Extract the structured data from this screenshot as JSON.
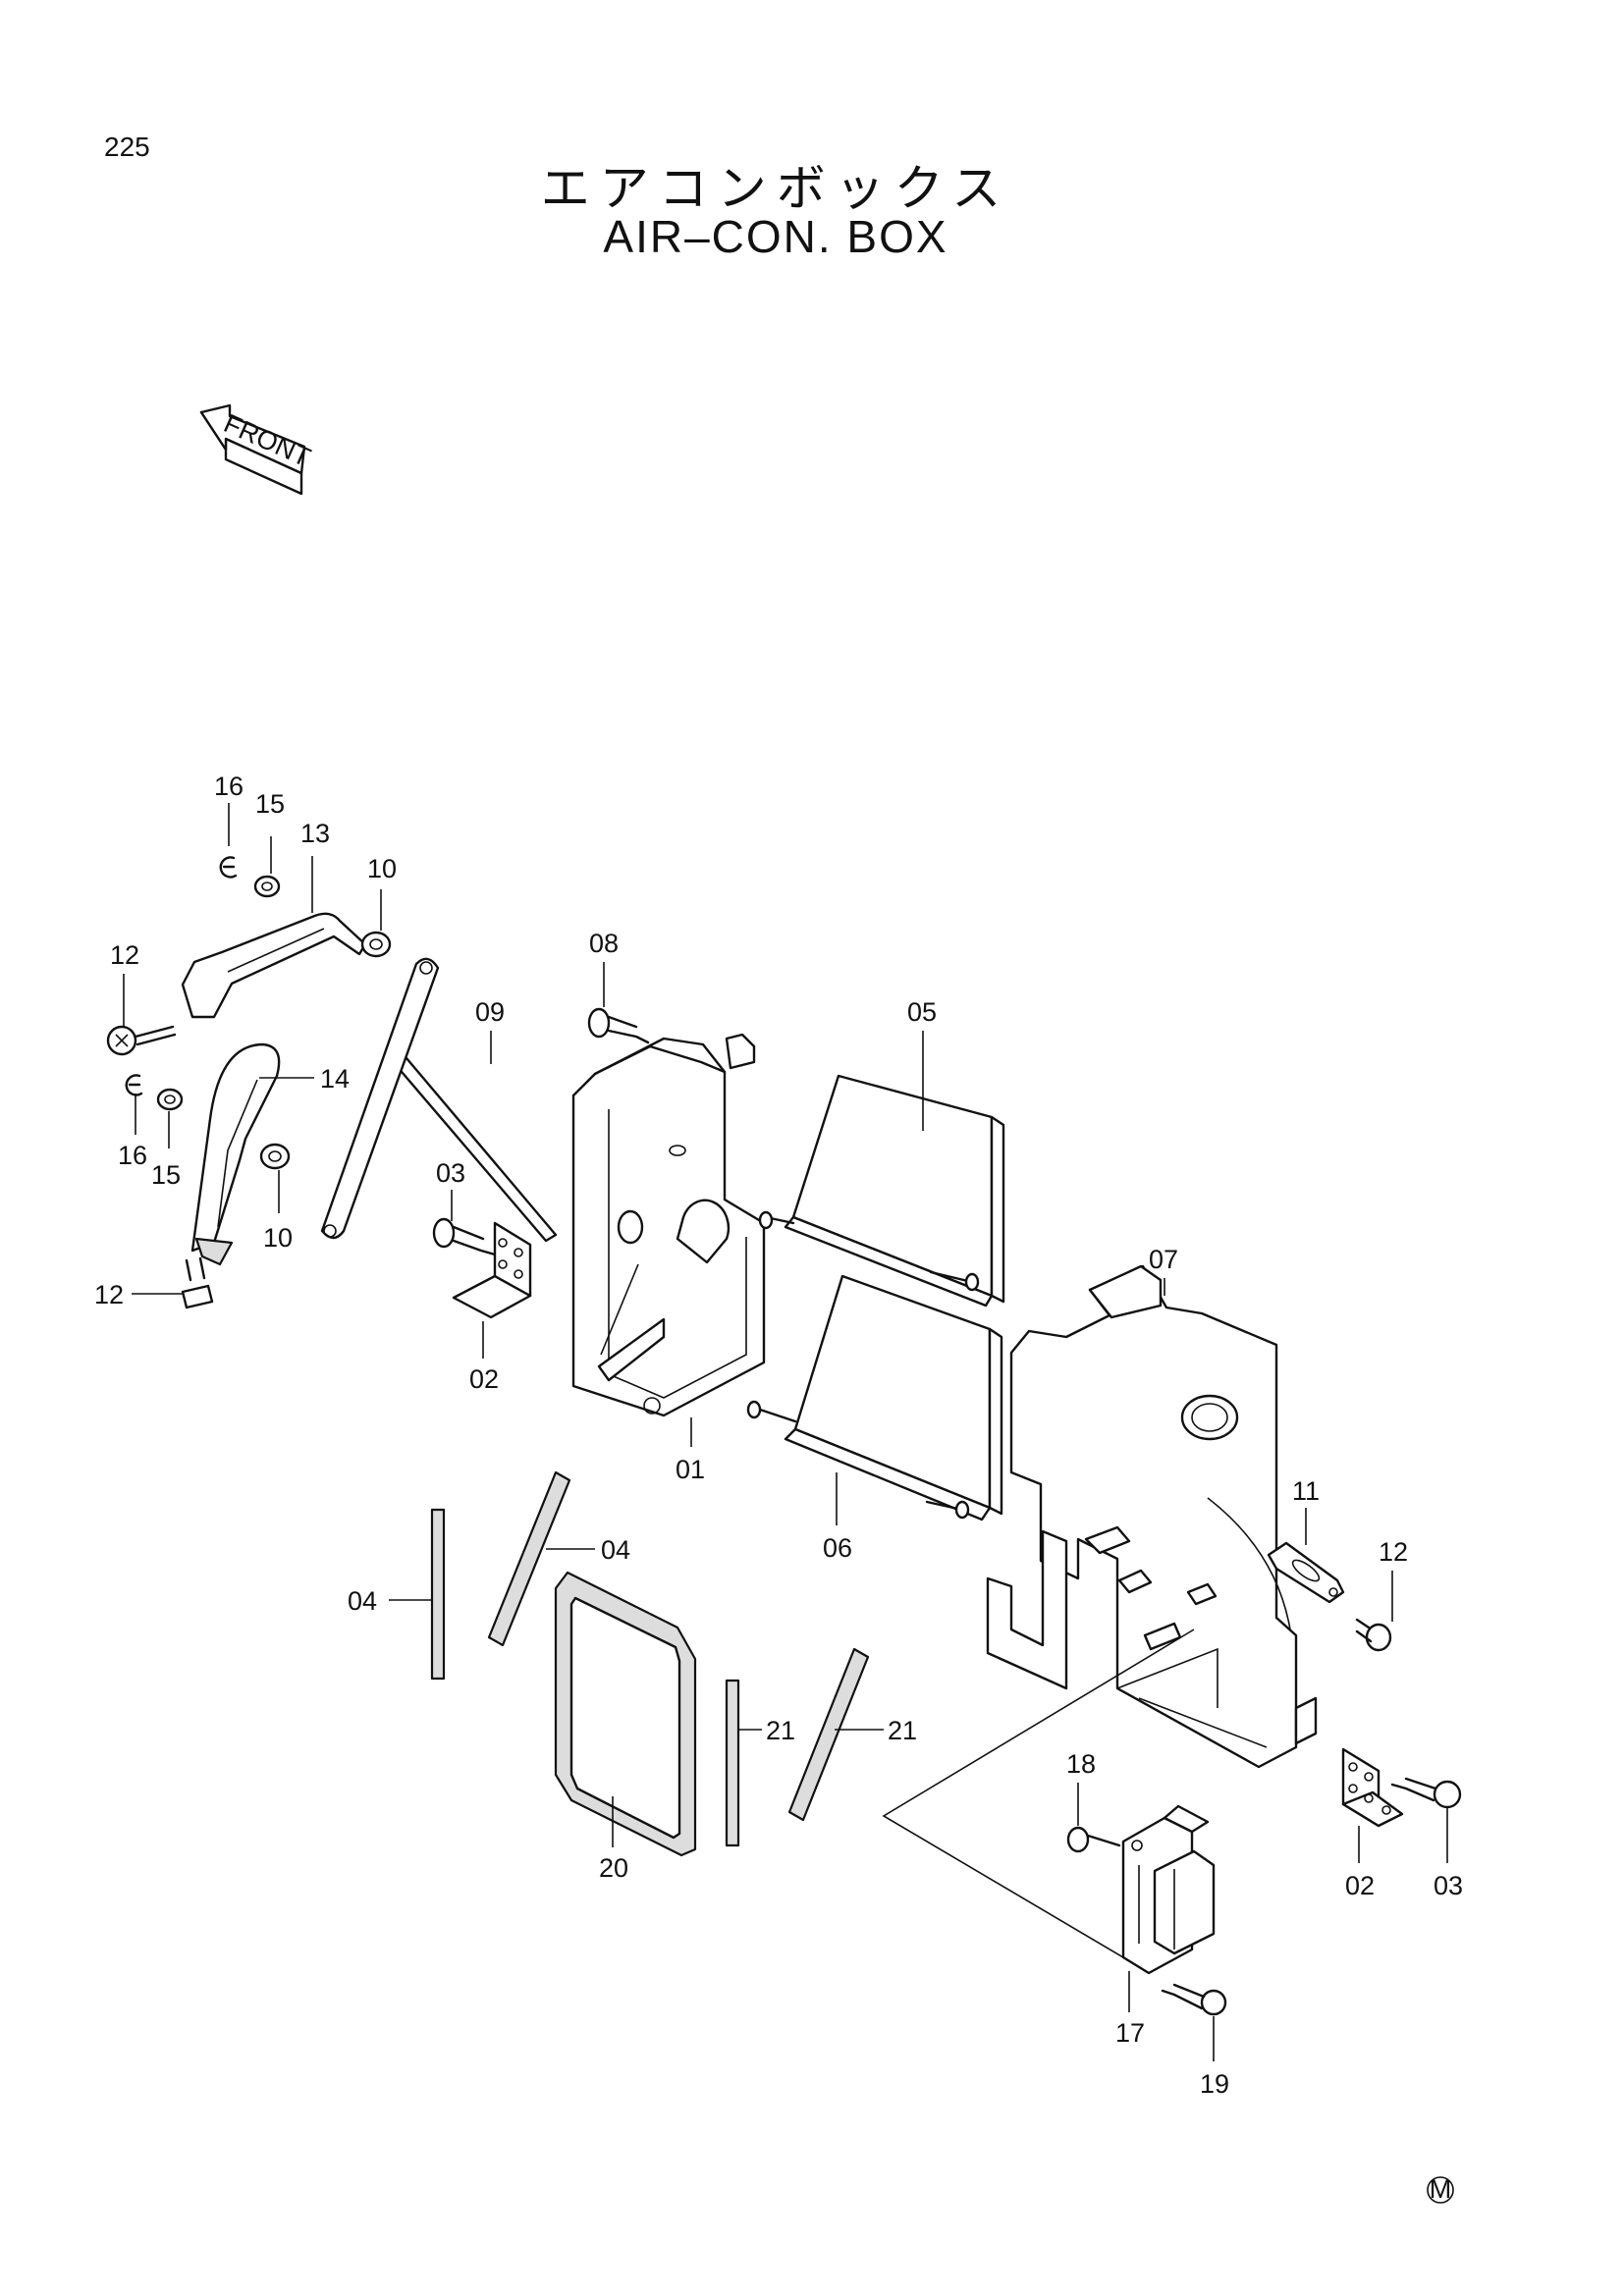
{
  "page": {
    "number": "225",
    "title_ja": "エアコンボックス",
    "title_en": "AIR–CON.  BOX"
  },
  "front_marker": {
    "label": "FRONT",
    "icon": "front-arrow-icon"
  },
  "callouts": [
    {
      "id": "c01",
      "text": "01"
    },
    {
      "id": "c02a",
      "text": "02"
    },
    {
      "id": "c02b",
      "text": "02"
    },
    {
      "id": "c03a",
      "text": "03"
    },
    {
      "id": "c03b",
      "text": "03"
    },
    {
      "id": "c04a",
      "text": "04"
    },
    {
      "id": "c04b",
      "text": "04"
    },
    {
      "id": "c05",
      "text": "05"
    },
    {
      "id": "c06",
      "text": "06"
    },
    {
      "id": "c07",
      "text": "07"
    },
    {
      "id": "c08",
      "text": "08"
    },
    {
      "id": "c09",
      "text": "09"
    },
    {
      "id": "c10a",
      "text": "10"
    },
    {
      "id": "c10b",
      "text": "10"
    },
    {
      "id": "c11",
      "text": "11"
    },
    {
      "id": "c12a",
      "text": "12"
    },
    {
      "id": "c12b",
      "text": "12"
    },
    {
      "id": "c12c",
      "text": "12"
    },
    {
      "id": "c13",
      "text": "13"
    },
    {
      "id": "c14",
      "text": "14"
    },
    {
      "id": "c15a",
      "text": "15"
    },
    {
      "id": "c15b",
      "text": "15"
    },
    {
      "id": "c16a",
      "text": "16"
    },
    {
      "id": "c16b",
      "text": "16"
    },
    {
      "id": "c17",
      "text": "17"
    },
    {
      "id": "c18",
      "text": "18"
    },
    {
      "id": "c19",
      "text": "19"
    },
    {
      "id": "c20",
      "text": "20"
    },
    {
      "id": "c21a",
      "text": "21"
    },
    {
      "id": "c21b",
      "text": "21"
    }
  ],
  "footer_mark": "M"
}
